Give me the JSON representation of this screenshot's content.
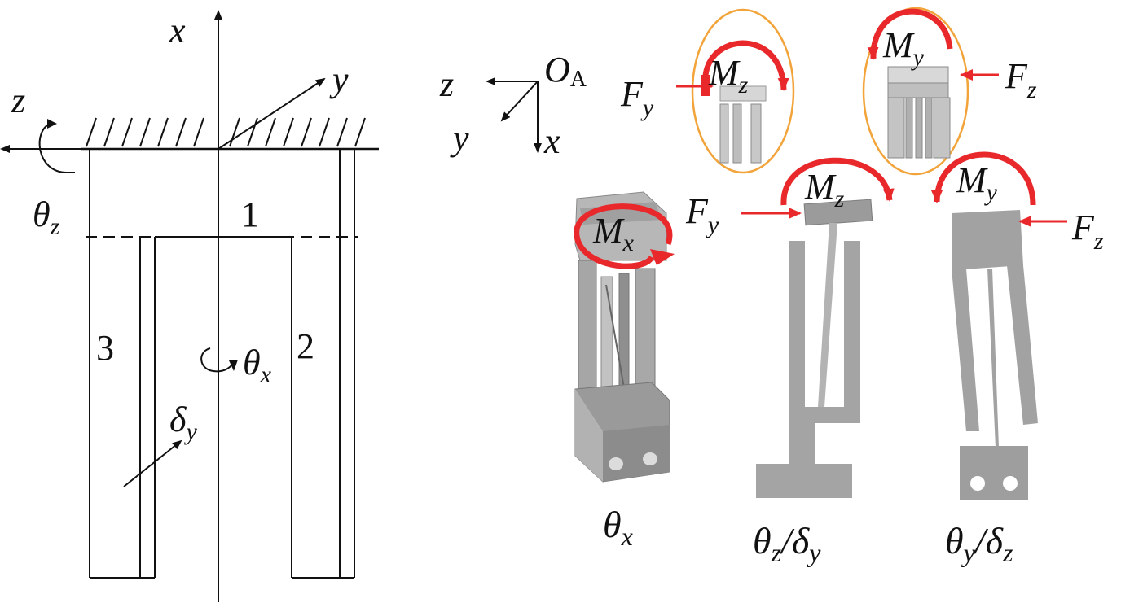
{
  "colors": {
    "force_arrow": "#e8282b",
    "ellipse": "#f2a33a",
    "part_dark": "#8c8c8c",
    "part_mid": "#a8a8a8",
    "part_light": "#cfcfcf",
    "line": "#111111"
  },
  "left_diagram": {
    "axis_x": "x",
    "axis_y": "y",
    "axis_z": "z",
    "theta_z": "θz",
    "theta_x": "θx",
    "delta_y": "δy",
    "part_1": "1",
    "part_2": "2",
    "part_3": "3"
  },
  "coord_frame": {
    "origin": "O",
    "origin_sub": "A",
    "z": "z",
    "y": "y",
    "x": "x"
  },
  "insets": {
    "top_left": {
      "force": "F",
      "force_sub": "y",
      "moment": "M",
      "moment_sub": "z"
    },
    "top_right": {
      "moment": "M",
      "moment_sub": "y",
      "force": "F",
      "force_sub": "z"
    }
  },
  "models": [
    {
      "moment": "M",
      "moment_sub": "x",
      "caption_main": "θ",
      "caption_sub": "x",
      "caption_rest": ""
    },
    {
      "moment": "M",
      "moment_sub": "z",
      "force": "F",
      "force_sub": "y",
      "caption_main": "θ",
      "caption_sub": "z",
      "caption_rest": "/δ",
      "caption_rest_sub": "y"
    },
    {
      "moment": "M",
      "moment_sub": "y",
      "force": "F",
      "force_sub": "z",
      "caption_main": "θ",
      "caption_sub": "y",
      "caption_rest": "/δ",
      "caption_rest_sub": "z"
    }
  ]
}
